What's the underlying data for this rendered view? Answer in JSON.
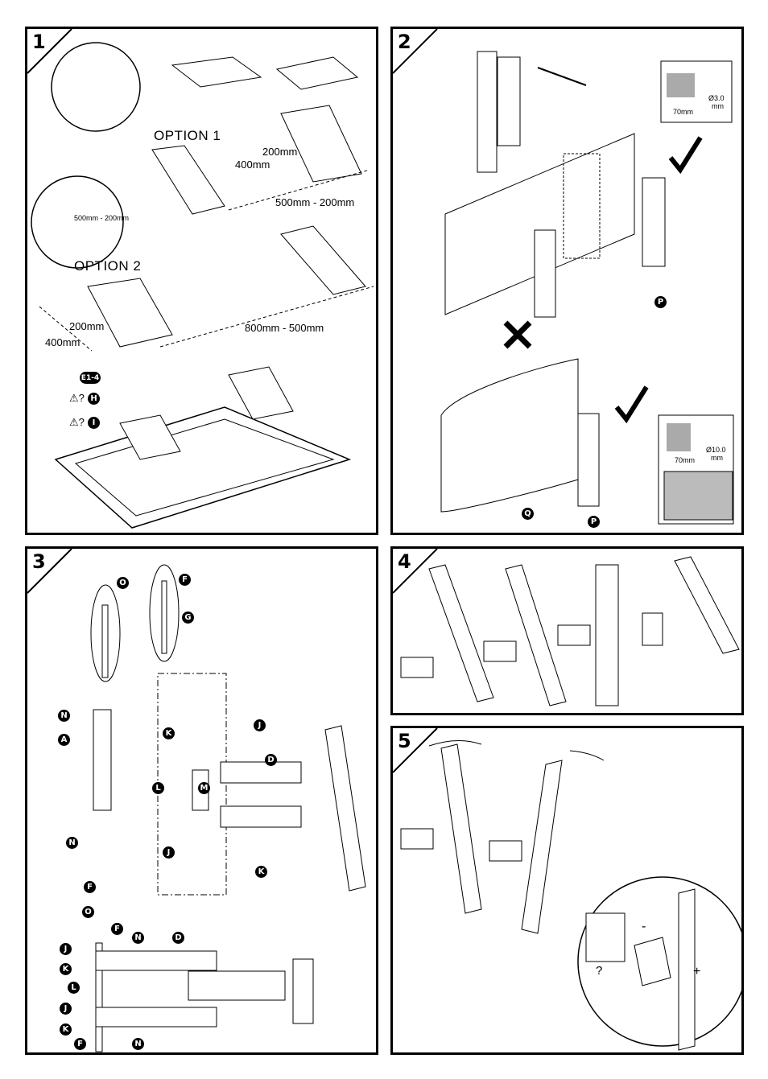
{
  "steps": [
    "1",
    "2",
    "3",
    "4",
    "5"
  ],
  "step1": {
    "option1": "OPTION 1",
    "option2": "OPTION 2",
    "dim_200": "200mm",
    "dim_400": "400mm",
    "dim_500_200": "500mm - 200mm",
    "dim_800_500": "800mm - 500mm",
    "dim_small": "500mm - 200mm",
    "opt2_200": "200mm",
    "opt2_400": "400mm",
    "badges": [
      "E",
      "1-4",
      "H",
      "I"
    ],
    "warn": "⚠?"
  },
  "step2": {
    "drill_dia_1": "Ø3.0",
    "drill_unit_1": "mm",
    "depth_1": "70mm",
    "drill_dia_2": "Ø10.0",
    "drill_unit_2": "mm",
    "depth_2": "70mm",
    "badges": [
      "P",
      "Q",
      "P"
    ]
  },
  "step3": {
    "badges": [
      "O",
      "F",
      "G",
      "N",
      "A",
      "K",
      "L",
      "M",
      "J",
      "D",
      "J",
      "K",
      "N",
      "F",
      "O",
      "F",
      "N",
      "D",
      "J",
      "K",
      "L",
      "J",
      "K",
      "F",
      "N"
    ]
  },
  "step5": {
    "minus": "-",
    "plus": "+",
    "question": "?"
  },
  "colors": {
    "line": "#000000",
    "panel_bg": "#ffffff",
    "hatch": "#888888"
  }
}
